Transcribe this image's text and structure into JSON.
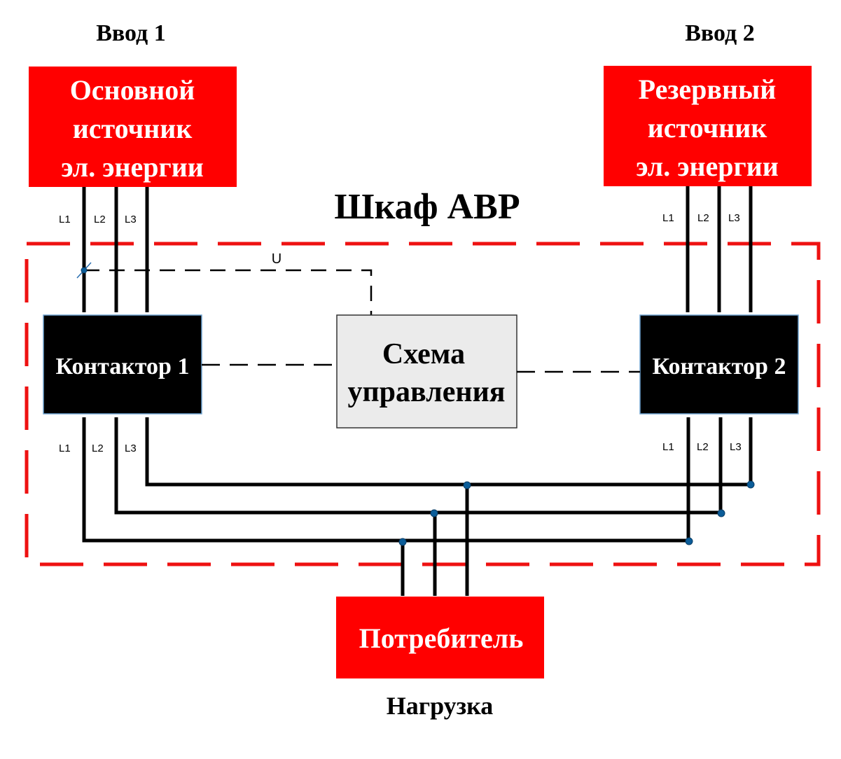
{
  "title": "Шкаф АВР",
  "inputs": {
    "input1": {
      "label": "Ввод 1",
      "box_lines": [
        "Основной",
        "источник",
        "эл. энергии"
      ]
    },
    "input2": {
      "label": "Ввод 2",
      "box_lines": [
        "Резервный",
        "источник",
        "эл. энергии"
      ]
    }
  },
  "contactor1": {
    "label": "Контактор 1"
  },
  "contactor2": {
    "label": "Контактор 2"
  },
  "control": {
    "lines": [
      "Схема",
      "управления"
    ]
  },
  "voltage_label": "U",
  "phase_labels": [
    "L1",
    "L2",
    "L3"
  ],
  "consumer": {
    "label": "Потребитель",
    "caption": "Нагрузка"
  },
  "colors": {
    "source_red": "#ff0000",
    "cabinet_border": "#ee1111",
    "contactor_fill": "#000000",
    "control_fill": "#ebebeb",
    "junction": "#0b5d99"
  }
}
